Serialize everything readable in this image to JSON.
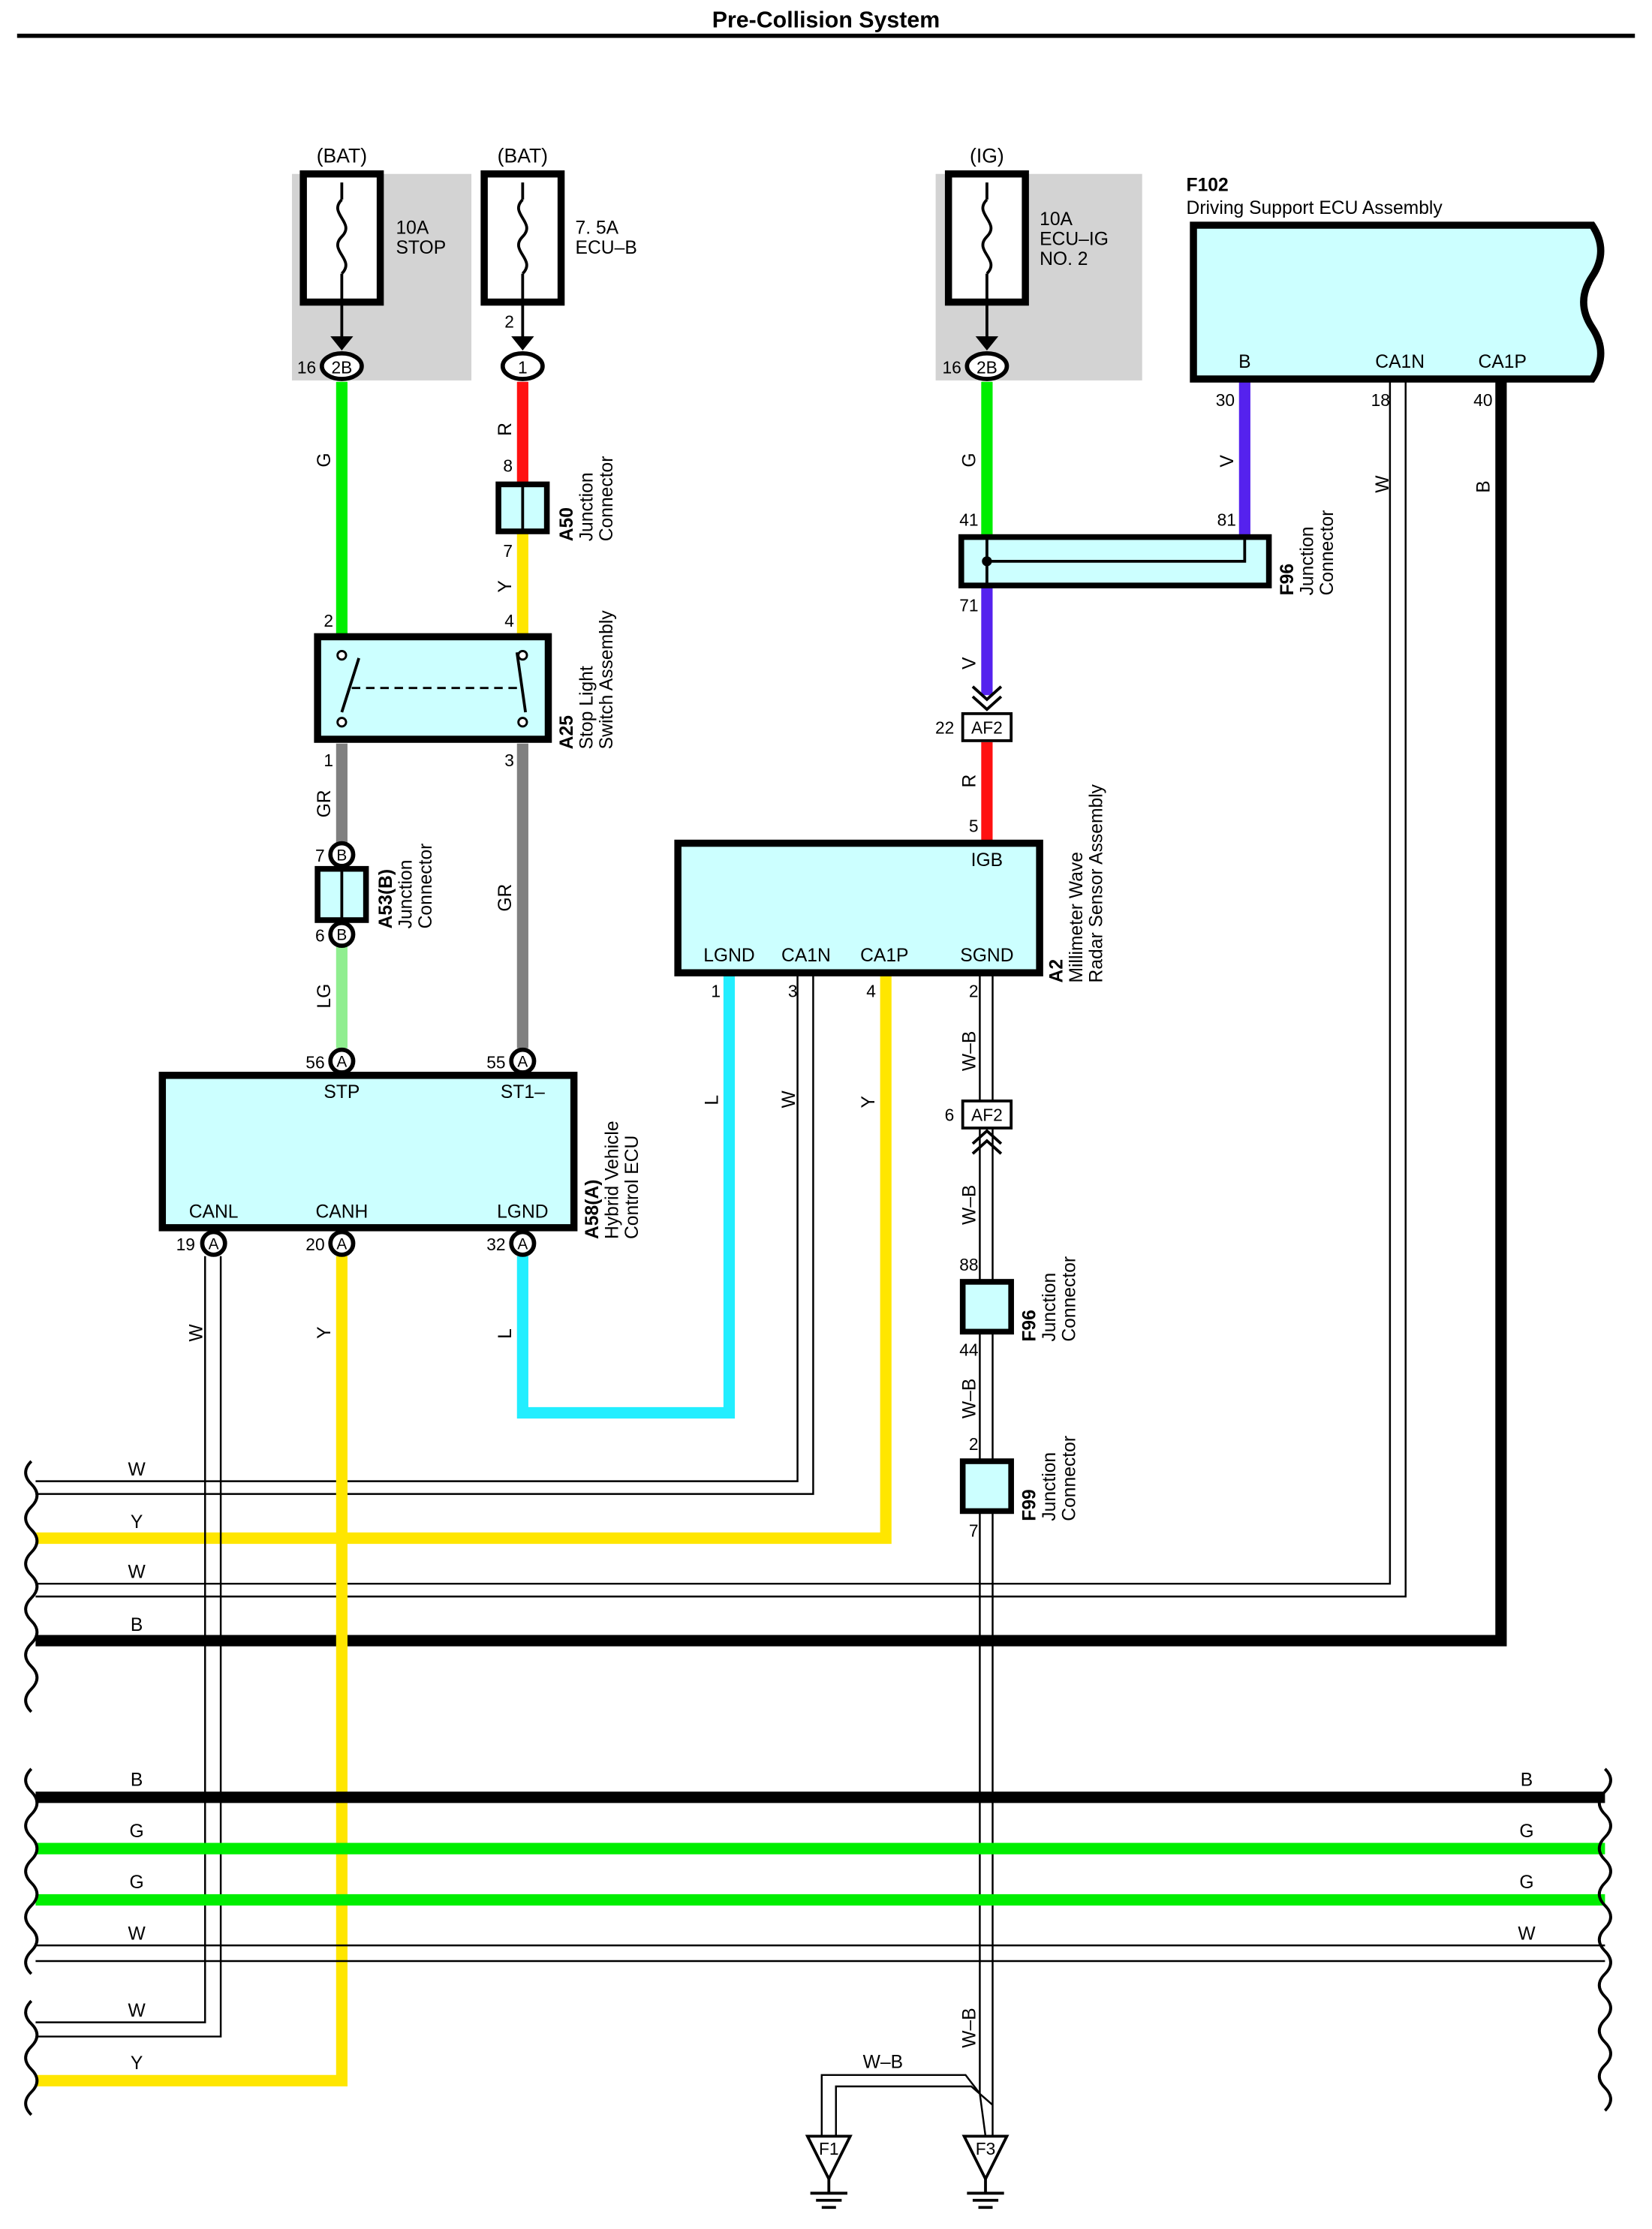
{
  "title": "Pre-Collision System",
  "power_sources": [
    {
      "label": "(BAT)",
      "fuse_amp": "10A",
      "fuse_name": "STOP",
      "fuse_name2": "",
      "pin": "16",
      "connector": "2B"
    },
    {
      "label": "(BAT)",
      "fuse_amp": "7. 5A",
      "fuse_name": "ECU–B",
      "fuse_name2": "",
      "pin": "2",
      "connector": "1"
    },
    {
      "label": "(IG)",
      "fuse_amp": "10A",
      "fuse_name": "ECU–IG",
      "fuse_name2": "NO. 2",
      "pin": "16",
      "connector": "2B"
    }
  ],
  "components": {
    "f102": {
      "code": "F102",
      "name": "Driving Support ECU Assembly",
      "terminals": [
        "B",
        "CA1N",
        "CA1P"
      ],
      "pins": [
        "30",
        "18",
        "40"
      ]
    },
    "a50": {
      "code": "A50",
      "name1": "Junction",
      "name2": "Connector",
      "pins": [
        "8",
        "7"
      ]
    },
    "a25": {
      "code": "A25",
      "name1": "Stop Light",
      "name2": "Switch Assembly",
      "pins": [
        "2",
        "4",
        "1",
        "3"
      ]
    },
    "f96_top": {
      "code": "F96",
      "name1": "Junction",
      "name2": "Connector",
      "pins": [
        "41",
        "81",
        "71"
      ]
    },
    "af2": {
      "label": "AF2",
      "pin_top": "22",
      "pin_bottom": "6"
    },
    "a53": {
      "code": "A53(B)",
      "name1": "Junction",
      "name2": "Connector",
      "pins": [
        "7",
        "6"
      ],
      "mark": "B"
    },
    "a2": {
      "code": "A2",
      "name1": "Millimeter Wave",
      "name2": "Radar Sensor Assembly",
      "terminals": [
        "IGB",
        "LGND",
        "CA1N",
        "CA1P",
        "SGND"
      ],
      "pins": [
        "5",
        "1",
        "3",
        "4",
        "2"
      ]
    },
    "a58": {
      "code": "A58(A)",
      "name1": "Hybrid Vehicle",
      "name2": "Control ECU",
      "terminals": [
        "STP",
        "ST1–",
        "CANL",
        "CANH",
        "LGND"
      ],
      "pins": [
        "56",
        "55",
        "19",
        "20",
        "32"
      ],
      "mark": "A"
    },
    "f96_bottom": {
      "code": "F96",
      "name1": "Junction",
      "name2": "Connector",
      "pins": [
        "88",
        "44"
      ]
    },
    "f99": {
      "code": "F99",
      "name1": "Junction",
      "name2": "Connector",
      "pins": [
        "2",
        "7"
      ]
    },
    "grounds": [
      "F1",
      "F3"
    ]
  },
  "wire_colors": {
    "G": "#00ee00",
    "R": "#ff1111",
    "Y": "#ffe600",
    "GR": "#808080",
    "LG": "#90ee90",
    "V": "#5522ee",
    "L": "#22eeff",
    "B": "#000000",
    "W": "#ffffff",
    "W-B": "#ffffff"
  },
  "wire_labels": {
    "stop_g": "G",
    "ecub_r": "R",
    "a50_y": "Y",
    "a25_gr1": "GR",
    "a25_gr3": "GR",
    "a53_lg": "LG",
    "ig_g": "G",
    "f102_v": "V",
    "f102_w": "W",
    "f102_b": "B",
    "f96_v": "V",
    "af2_r": "R",
    "a2_l": "L",
    "a2_w": "W",
    "a2_y": "Y",
    "a2_wb": "W–B",
    "af2_wb": "W–B",
    "f96_wb": "W–B",
    "canl_w": "W",
    "canh_y": "Y",
    "lgnd_l": "L",
    "gnd_wb": "W–B",
    "gnd_wb2": "W–B"
  },
  "bus_lines": [
    {
      "label": "W",
      "right_label": ""
    },
    {
      "label": "Y",
      "right_label": ""
    },
    {
      "label": "W",
      "right_label": ""
    },
    {
      "label": "B",
      "right_label": ""
    },
    {
      "label": "B",
      "right_label": "B"
    },
    {
      "label": "G",
      "right_label": "G"
    },
    {
      "label": "G",
      "right_label": "G"
    },
    {
      "label": "W",
      "right_label": "W"
    },
    {
      "label": "W",
      "right_label": ""
    },
    {
      "label": "Y",
      "right_label": ""
    }
  ]
}
